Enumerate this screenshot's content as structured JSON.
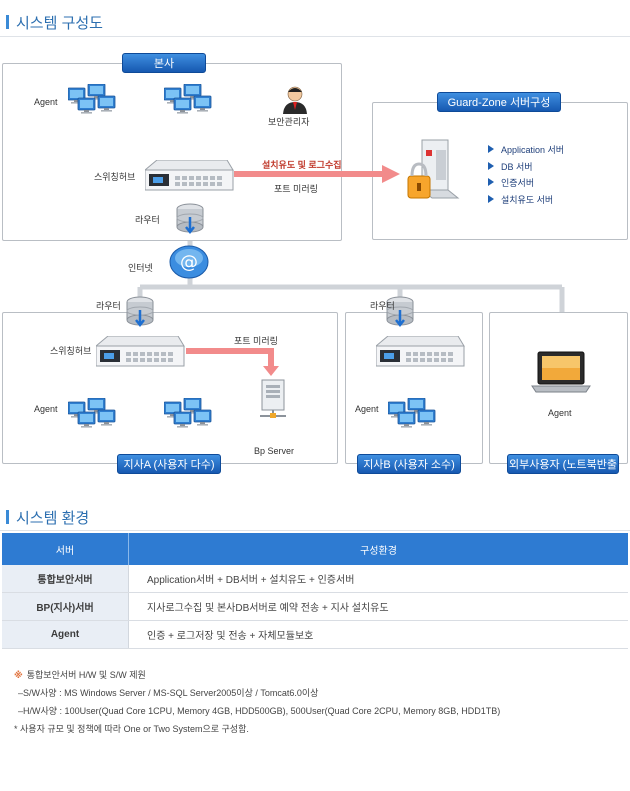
{
  "section1_title": "시스템 구성도",
  "hq": {
    "tag": "본사",
    "agent_label": "Agent",
    "admin_label": "보안관리자",
    "switch_label": "스위칭허브",
    "collect_label": "설치유도 및 로그수집",
    "mirror_label": "포트 미러링",
    "router_label": "라우터"
  },
  "guardzone": {
    "tag": "Guard-Zone 서버구성",
    "items": [
      "Application 서버",
      "DB 서버",
      "인증서버",
      "설치유도 서버"
    ]
  },
  "internet_label": "인터넷",
  "branch_a": {
    "tag": "지사A (사용자 다수)",
    "router_label": "라우터",
    "switch_label": "스위칭허브",
    "mirror_label": "포트 미러링",
    "agent_label": "Agent",
    "server_label": "Bp Server"
  },
  "branch_b": {
    "tag": "지사B (사용자 소수)",
    "router_label": "라우터",
    "agent_label": "Agent"
  },
  "external": {
    "tag": "외부사용자 (노트북반출입)",
    "agent_label": "Agent"
  },
  "section2_title": "시스템 환경",
  "env_table": {
    "headers": [
      "서버",
      "구성환경"
    ],
    "rows": [
      [
        "통합보안서버",
        "Application서버 + DB서버 + 설치유도 + 인증서버"
      ],
      [
        "BP(지사)서버",
        "지사로그수집 및 본사DB서버로 예약 전송 + 지사 설치유도"
      ],
      [
        "Agent",
        "인증 + 로그저장 및 전송 + 자체모듈보호"
      ]
    ]
  },
  "notes": {
    "mark": "※",
    "heading": "통합보안서버 H/W 및 S/W 제원",
    "sw": "–S/W사양 : MS Windows Server / MS-SQL Server2005이상 / Tomcat6.0이상",
    "hw": "–H/W사양 : 100User(Quad Core 1CPU, Memory 4GB, HDD500GB), 500User(Quad Core 2CPU, Memory 8GB, HDD1TB)",
    "footnote": "* 사용자 규모 및 정책에 따라 One or Two System으로 구성함."
  }
}
